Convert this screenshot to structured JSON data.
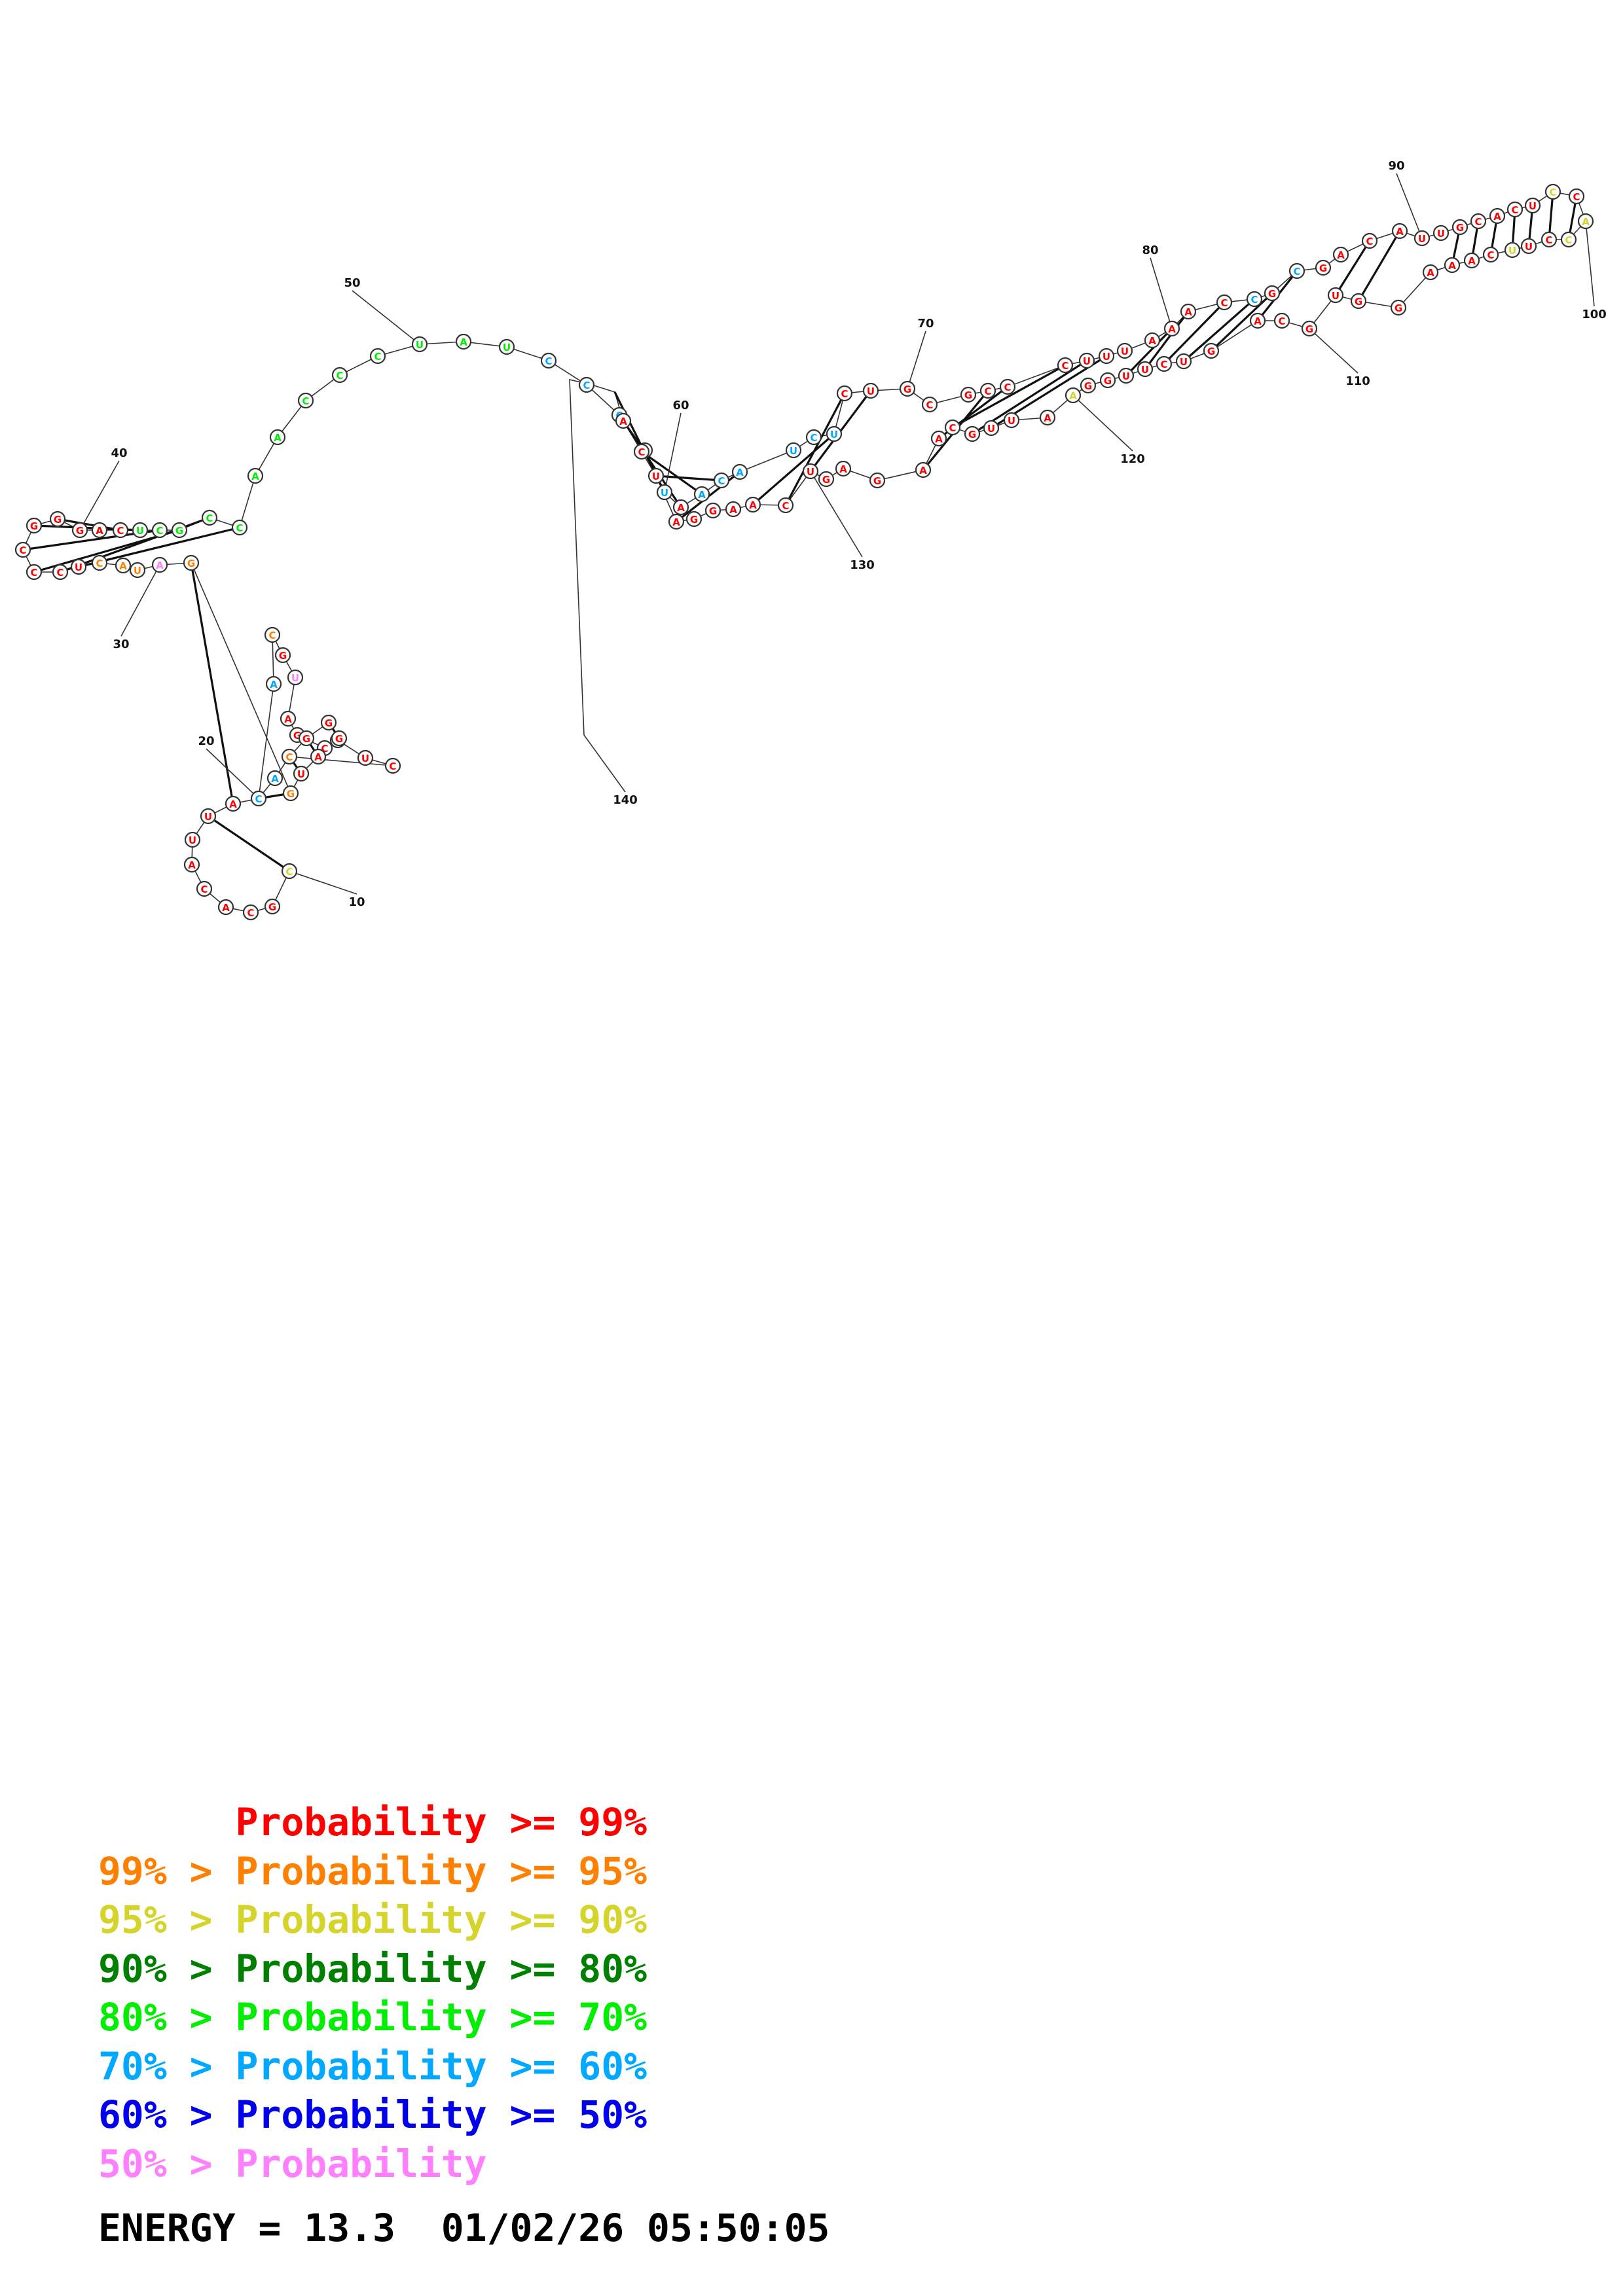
{
  "colors": {
    "p99": "#ff0000",
    "p95": "#ff8000",
    "p90": "#d4d42a",
    "p80": "#008000",
    "p70": "#00ee00",
    "p60": "#00a8ff",
    "p50": "#0000ee",
    "plow": "#ff80ff"
  },
  "structure": {
    "sequence": "CUCCGAUGCACGCACAUUACACGGGAUGGAUACUCCCGGGACUCGCCAACCCUAUCCCAUAACAUCUCUGCGCCCUUUAAACCGCGACAUUGCACUCCACCUUCAAAGGUGCAGUCUUGGAAUUGCAAGAGUCAAGGAUCA",
    "probability_classes": "1111110126311111111662111112202221111111115555555555555666661666666111111111111111616111111111113133113111111111111111113111111111111111111116",
    "dot_bracket": "....(((((.((((....)))))))))....((((((((....))))))))..........(((((((((((.....((((((...(((((((((((((.((...((((((((.......)))))))).)).)))))))))))))..)))))).....)))))))))))....",
    "position_labels": [
      "10",
      "20",
      "30",
      "40",
      "50",
      "60",
      "70",
      "80",
      "90",
      "100",
      "110",
      "120",
      "130",
      "140"
    ]
  },
  "legend": [
    {
      "prefix": "",
      "text": "Probability >= 99%",
      "color_key": "p99"
    },
    {
      "prefix": "99% > ",
      "text": "Probability >= 95%",
      "color_key": "p95"
    },
    {
      "prefix": "95% > ",
      "text": "Probability >= 90%",
      "color_key": "p90"
    },
    {
      "prefix": "90% > ",
      "text": "Probability >= 80%",
      "color_key": "p80"
    },
    {
      "prefix": "80% > ",
      "text": "Probability >= 70%",
      "color_key": "p70"
    },
    {
      "prefix": "70% > ",
      "text": "Probability >= 60%",
      "color_key": "p60"
    },
    {
      "prefix": "60% > ",
      "text": "Probability >= 50%",
      "color_key": "p50"
    },
    {
      "prefix": "50% > ",
      "text": "Probability",
      "color_key": "plow"
    }
  ],
  "energy_label": "ENERGY = 13.3  01/02/26 05:50:05"
}
